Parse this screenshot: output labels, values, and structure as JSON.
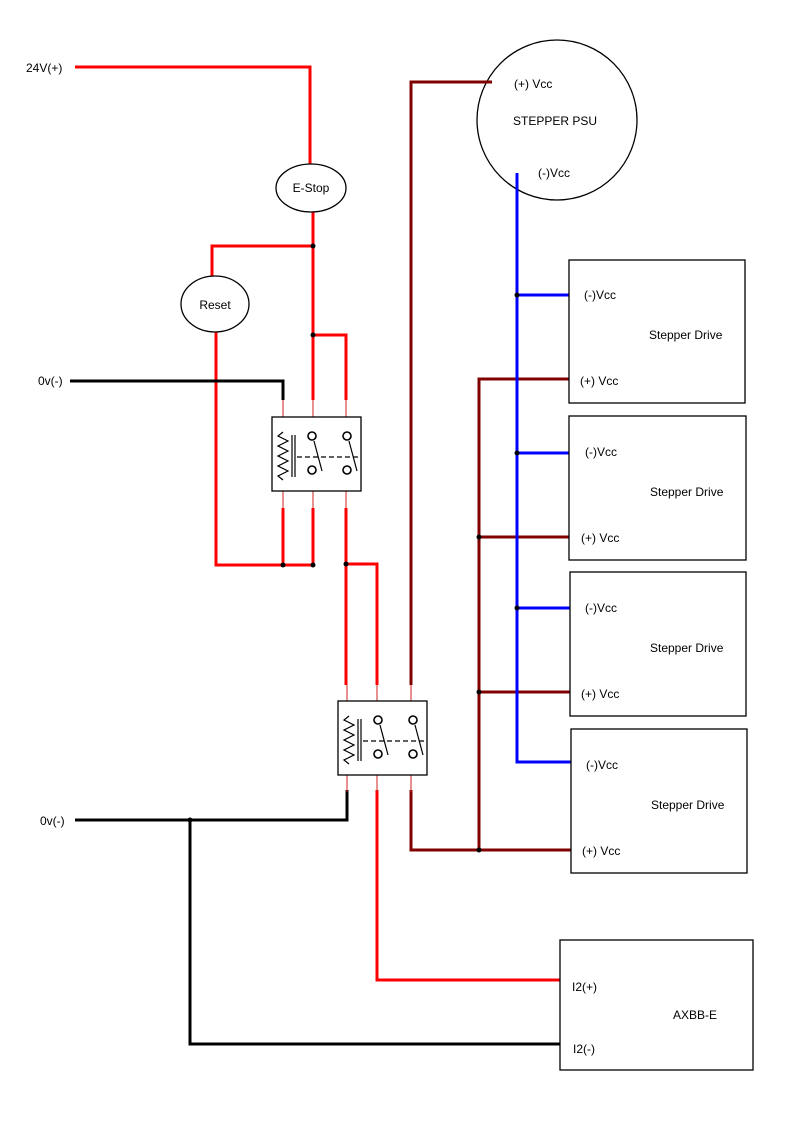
{
  "labels": {
    "supply_24v": "24V(+)",
    "zero_v_top": "0v(-)",
    "zero_v_bottom": "0v(-)",
    "estop": "E-Stop",
    "reset": "Reset"
  },
  "psu": {
    "title": "STEPPER PSU",
    "pos": "(+) Vcc",
    "neg": "(-)Vcc"
  },
  "drives": [
    {
      "title": "Stepper Drive",
      "neg": "(-)Vcc",
      "pos": "(+) Vcc"
    },
    {
      "title": "Stepper Drive",
      "neg": "(-)Vcc",
      "pos": "(+) Vcc"
    },
    {
      "title": "Stepper Drive",
      "neg": "(-)Vcc",
      "pos": "(+) Vcc"
    },
    {
      "title": "Stepper Drive",
      "neg": "(-)Vcc",
      "pos": "(+) Vcc"
    }
  ],
  "axbb": {
    "title": "AXBB-E",
    "pos": "I2(+)",
    "neg": "I2(-)"
  },
  "colors": {
    "positive": "#ff0000",
    "psu_positive": "#800000",
    "psu_negative": "#0000ff",
    "ground": "#000000"
  }
}
